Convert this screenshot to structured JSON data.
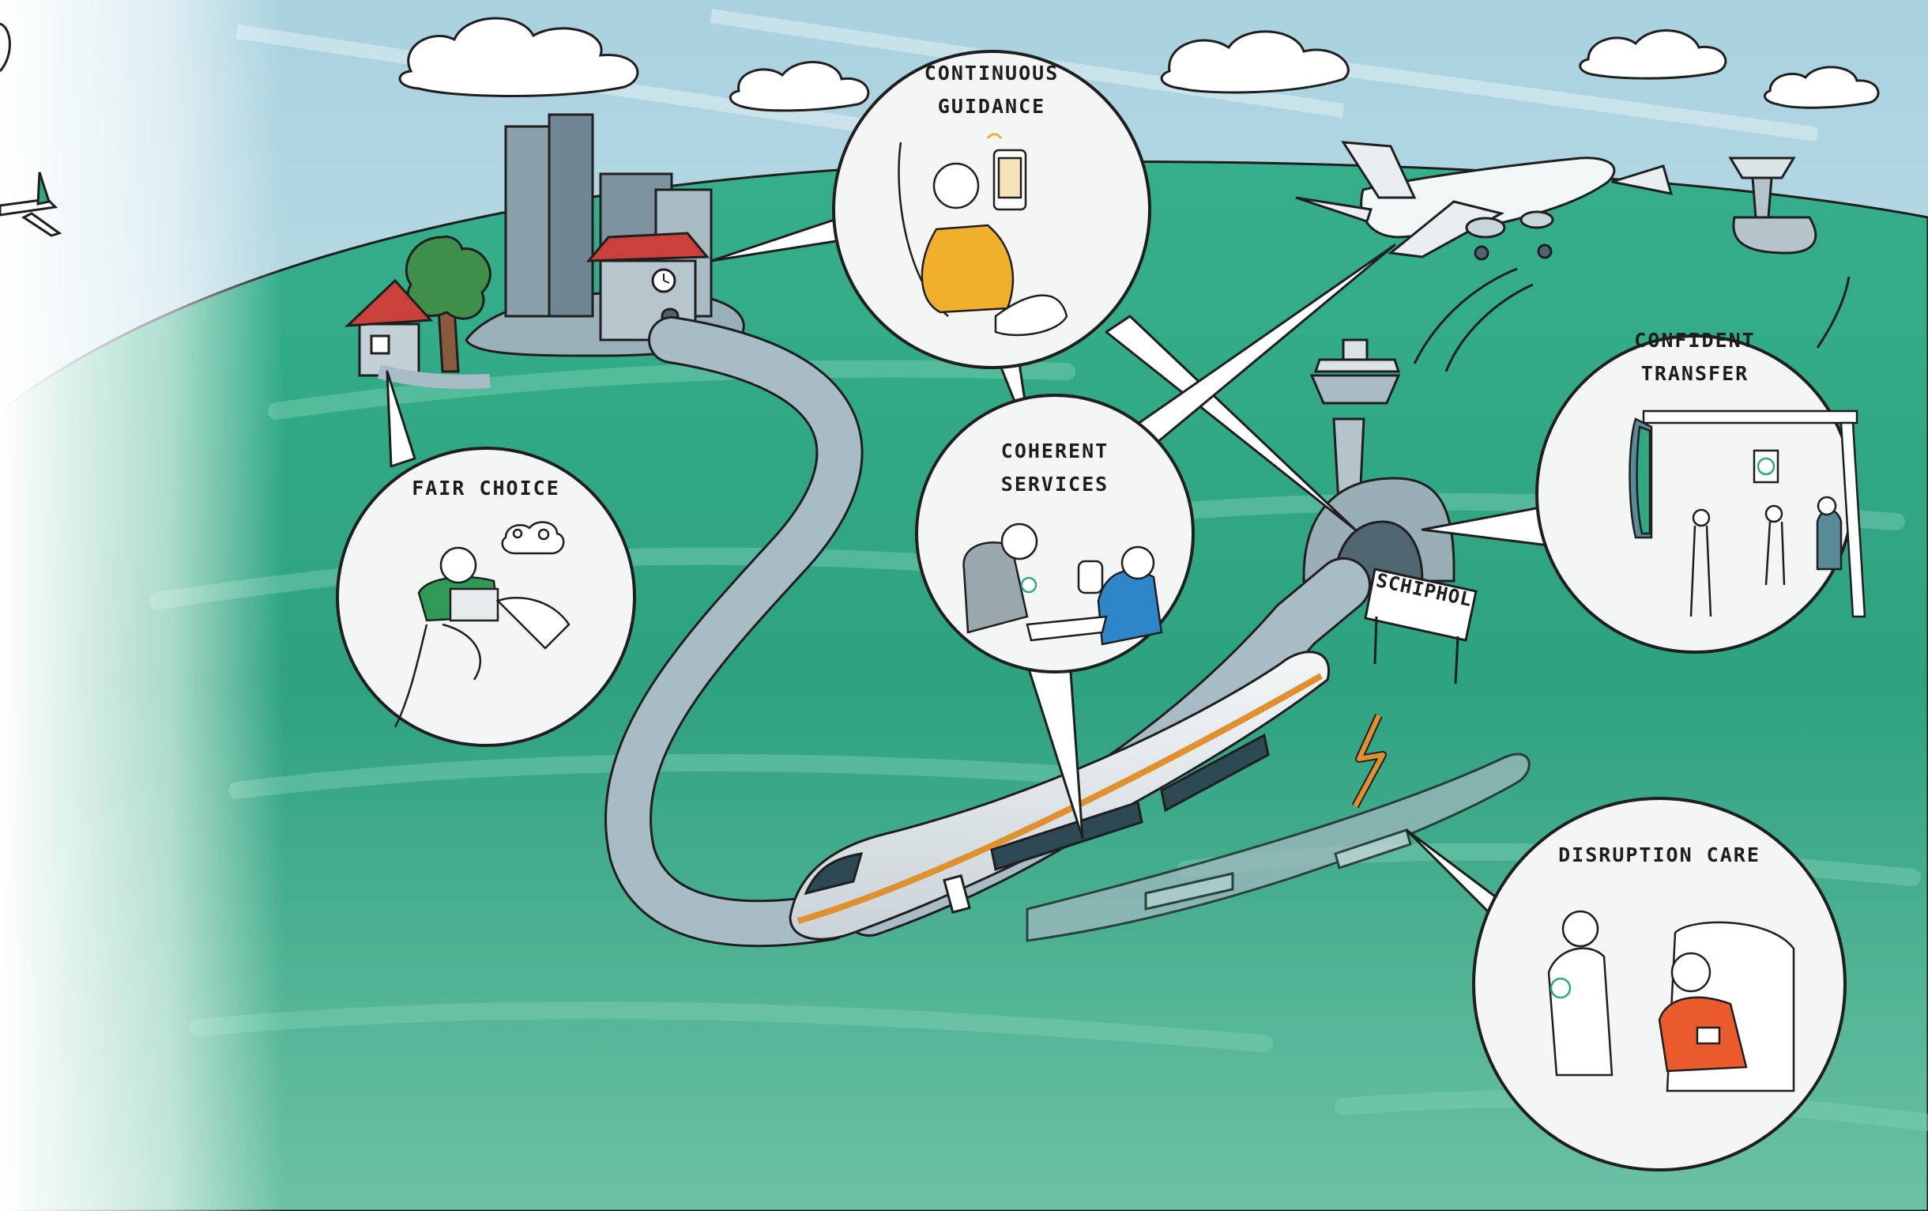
{
  "bubbles": {
    "continuous_guidance": "Continuous\nGuidance",
    "coherent_services": "Coherent\nServices",
    "fair_choice": "Fair Choice",
    "confident_transfer": "Confident\nTransfer",
    "disruption_care": "Disruption Care"
  },
  "sign": {
    "station": "SCHIPHOL"
  },
  "colors": {
    "ground": "#2fa883",
    "sky": "#b9dbe3",
    "train_stripe": "#e0902f",
    "guidance_shirt": "#f0b02c",
    "choice_shirt": "#2f9a55",
    "services_shirt": "#2e86c9",
    "care_shirt": "#ea5a2b"
  }
}
